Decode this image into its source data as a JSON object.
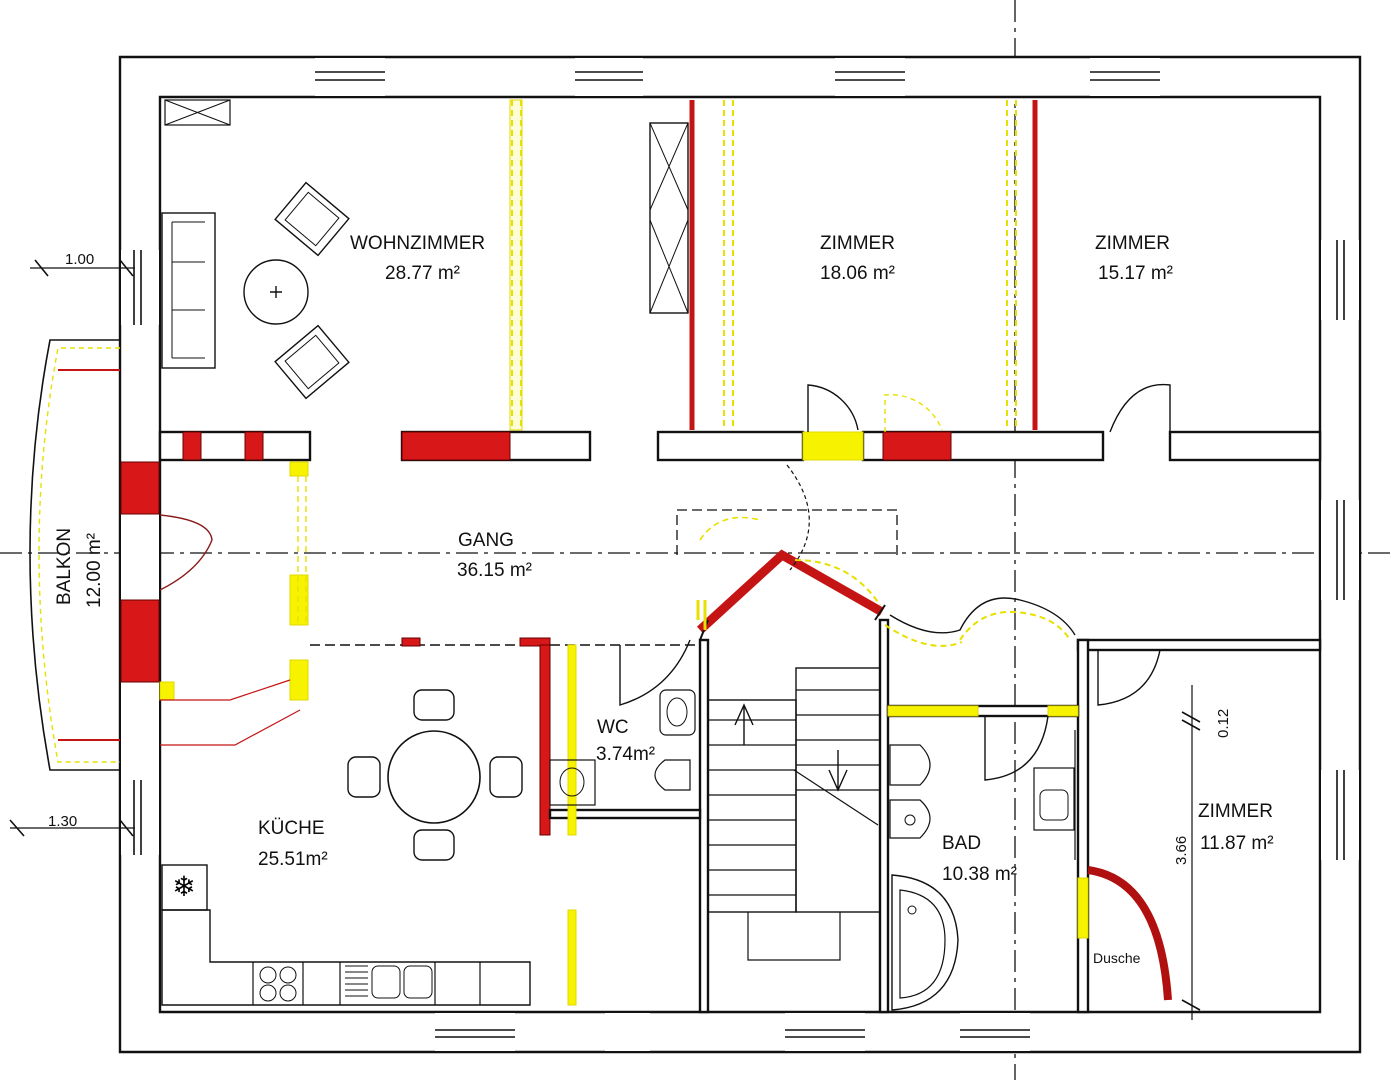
{
  "rooms": {
    "wohnzimmer": {
      "name": "WOHNZIMMER",
      "area": "28.77  m²"
    },
    "zimmer1": {
      "name": "ZIMMER",
      "area": "18.06  m²"
    },
    "zimmer2": {
      "name": "ZIMMER",
      "area": "15.17  m²"
    },
    "gang": {
      "name": "GANG",
      "area": "36.15  m²"
    },
    "balkon": {
      "name": "BALKON",
      "area": "12.00  m²"
    },
    "kueche": {
      "name": "KÜCHE",
      "area": "25.51m²"
    },
    "wc": {
      "name": "WC",
      "area": "3.74m²"
    },
    "bad": {
      "name": "BAD",
      "area": "10.38  m²"
    },
    "zimmer3": {
      "name": "ZIMMER",
      "area": "11.87  m²"
    },
    "dusche": {
      "name": "Dusche"
    }
  },
  "dimensions": {
    "upper_wall": "1.00",
    "lower_wall": "1.30",
    "room_height": "3.66",
    "small_gap": "0.12"
  },
  "colors": {
    "demolition": "#d81818",
    "new_construction": "#f6f200",
    "walls": "#111111"
  }
}
